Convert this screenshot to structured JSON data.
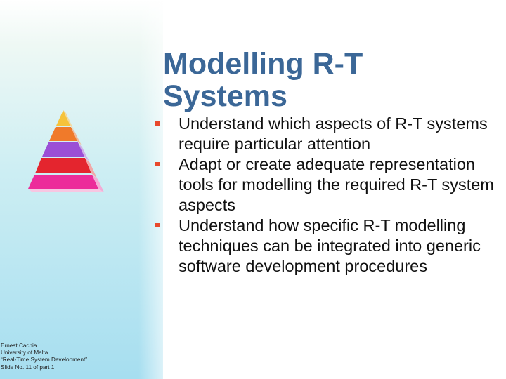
{
  "slide": {
    "title_line1": "Modelling R-T",
    "title_line2": "Systems",
    "bullets": [
      {
        "text": "Understand which aspects of R-T systems require particular attention"
      },
      {
        "text": "Adapt or create adequate representation tools for modelling the required R-T system aspects"
      },
      {
        "text": "Understand how specific R-T modelling techniques can be integrated into generic software development procedures"
      }
    ],
    "footer": {
      "author": "Ernest Cachia",
      "institution": "University of Malta",
      "course": "“Real-Time System Development”",
      "slide_no": "Slide No. 11 of part 1"
    }
  },
  "colors": {
    "title": "#3b6797",
    "bullet_marker": "#e8492c",
    "pyramid_layers": [
      "#f6c33a",
      "#f07a2a",
      "#9b4fd6",
      "#e4252e",
      "#ec2c9a"
    ]
  }
}
